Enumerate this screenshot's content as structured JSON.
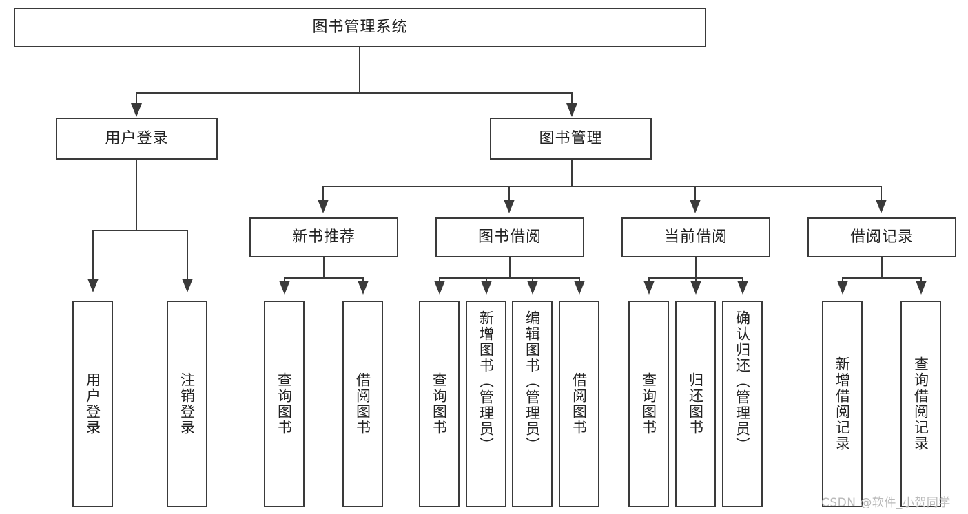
{
  "diagram": {
    "title": "图书管理系统",
    "type": "hierarchy-tree",
    "root": {
      "label": "图书管理系统"
    },
    "level2": [
      {
        "label": "用户登录"
      },
      {
        "label": "图书管理"
      }
    ],
    "level3": [
      {
        "label": "新书推荐"
      },
      {
        "label": "图书借阅"
      },
      {
        "label": "当前借阅"
      },
      {
        "label": "借阅记录"
      }
    ],
    "leaves": {
      "user_login": [
        {
          "label": "用户登录"
        },
        {
          "label": "注销登录"
        }
      ],
      "new_book_recommend": [
        {
          "label": "查询图书"
        },
        {
          "label": "借阅图书"
        }
      ],
      "book_borrow": [
        {
          "label": "查询图书"
        },
        {
          "label": "新增图书（管理员）"
        },
        {
          "label": "编辑图书（管理员）"
        },
        {
          "label": "借阅图书"
        }
      ],
      "current_borrow": [
        {
          "label": "查询图书"
        },
        {
          "label": "归还图书"
        },
        {
          "label": "确认归还（管理员）"
        }
      ],
      "borrow_record": [
        {
          "label": "新增借阅记录"
        },
        {
          "label": "查询借阅记录"
        }
      ]
    }
  },
  "watermark": {
    "text": "CSDN @软件_小贺同学"
  },
  "colors": {
    "stroke": "#3a3a3a",
    "background": "#ffffff",
    "watermark": "#b9b9b9"
  }
}
